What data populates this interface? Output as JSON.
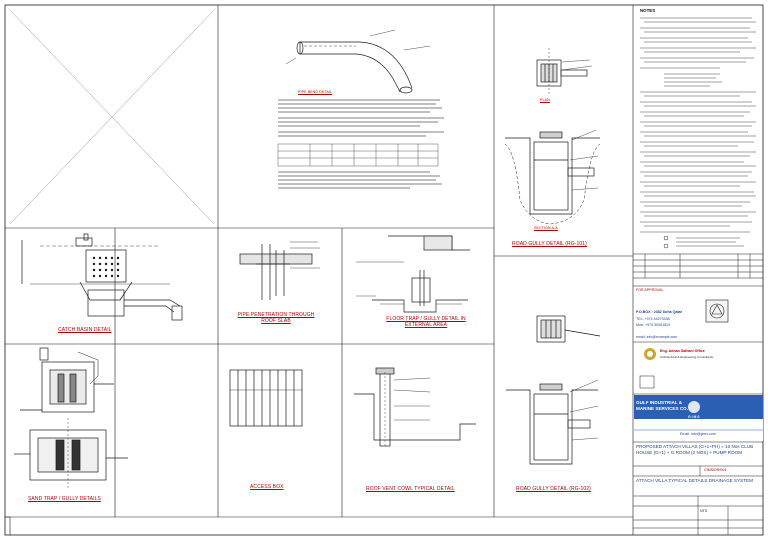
{
  "sheet": {
    "notes_heading": "NOTES",
    "detail_titles": {
      "road_gully_top": "ROAD GULLY DETAIL (RG-101)",
      "catch_basin": "CATCH BASIN DETAIL",
      "pipe_penetration": "PIPE PENETRATION THROUGH ROOF SLAB",
      "floor_trap": "FLOOR TRAP / GULLY DETAIL IN EXTERNAL AREA",
      "sand_trap": "SAND TRAP / GULLY DETAILS",
      "access_box": "ACCESS BOX",
      "roof_vent": "ROOF VENT COWL TYPICAL DETAIL",
      "road_gully_bottom": "ROAD GULLY DETAIL (RG-102)"
    },
    "callouts": {
      "bend_pipe": "PIPE BEND DETAIL",
      "section_a": "SECTION A-A",
      "plan": "PLAN"
    }
  },
  "title_block": {
    "consultant_address": "P.O.BOX : 2382 Doha Qatar",
    "consultant_tel": "TEL: +974 44273338",
    "consultant_mob": "Mob: +974 30061823",
    "consultant_email": "email: info@example.com",
    "engineer_name": "Eng. Adnan Salhani Office",
    "engineer_sub": "Architectural & Engineering Consultants",
    "contractor_name": "GULF INDUSTRIAL & MARINE SERVICES CO.",
    "contractor_short": "G I M S",
    "contractor_email": "Email: info@gims.com",
    "project": "PROPOSED ATTACH VILLAS (G+1+PH) = 10 Nos CLUB HOUSE (G+1) + G.ROOM (2 NOS) + PUMP ROOM",
    "drawing_title": "ATTACH VILLA TYPICAL DETAILS DRAINAGE SYSTEM",
    "drawing_no": "GIMS/DR/004",
    "scale": "NTS",
    "status": "FOR APPROVAL"
  },
  "colors": {
    "line": "#1a1a1a",
    "accent_red": "#b00000",
    "accent_blue": "#1f3f8f",
    "logo_blue": "#2b5fb3"
  }
}
